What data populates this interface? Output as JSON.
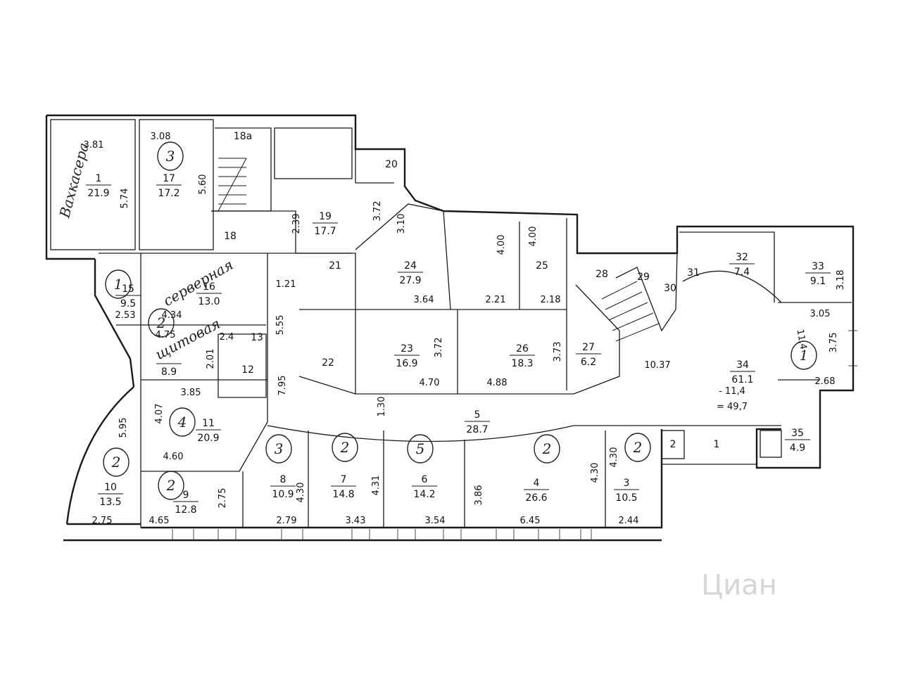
{
  "rooms": [
    {
      "id": "r1",
      "no": "1",
      "area": "21.9"
    },
    {
      "id": "r17",
      "no": "17",
      "area": "17.2"
    },
    {
      "id": "r18a",
      "no": "18a",
      "area": ""
    },
    {
      "id": "r18",
      "no": "18",
      "area": ""
    },
    {
      "id": "r19",
      "no": "19",
      "area": "17.7"
    },
    {
      "id": "r20",
      "no": "20",
      "area": ""
    },
    {
      "id": "r15",
      "no": "15",
      "area": "9.5"
    },
    {
      "id": "r16",
      "no": "16",
      "area": "13.0"
    },
    {
      "id": "r14",
      "no": "",
      "area": "8.9"
    },
    {
      "id": "r13",
      "no": "13",
      "area": ""
    },
    {
      "id": "r12",
      "no": "12",
      "area": ""
    },
    {
      "id": "r21",
      "no": "21",
      "area": ""
    },
    {
      "id": "r22",
      "no": "22",
      "area": ""
    },
    {
      "id": "r24",
      "no": "24",
      "area": "27.9"
    },
    {
      "id": "r25",
      "no": "25",
      "area": ""
    },
    {
      "id": "r23",
      "no": "23",
      "area": "16.9"
    },
    {
      "id": "r26",
      "no": "26",
      "area": "18.3"
    },
    {
      "id": "r28",
      "no": "28",
      "area": ""
    },
    {
      "id": "r27",
      "no": "27",
      "area": "6.2"
    },
    {
      "id": "r29",
      "no": "29",
      "area": ""
    },
    {
      "id": "r30",
      "no": "30",
      "area": ""
    },
    {
      "id": "r31",
      "no": "31",
      "area": ""
    },
    {
      "id": "r32",
      "no": "32",
      "area": "7.4"
    },
    {
      "id": "r33",
      "no": "33",
      "area": "9.1"
    },
    {
      "id": "r34",
      "no": "34",
      "area": "61.1"
    },
    {
      "id": "r35",
      "no": "35",
      "area": "4.9"
    },
    {
      "id": "r11",
      "no": "11",
      "area": "20.9"
    },
    {
      "id": "r10",
      "no": "10",
      "area": "13.5"
    },
    {
      "id": "r9",
      "no": "9",
      "area": "12.8"
    },
    {
      "id": "r8",
      "no": "8",
      "area": "10.9"
    },
    {
      "id": "r7",
      "no": "7",
      "area": "14.8"
    },
    {
      "id": "r6",
      "no": "6",
      "area": "14.2"
    },
    {
      "id": "r5",
      "no": "5",
      "area": "28.7"
    },
    {
      "id": "r4",
      "no": "4",
      "area": "26.6"
    },
    {
      "id": "r3",
      "no": "3",
      "area": "10.5"
    },
    {
      "id": "r2",
      "no": "2",
      "area": ""
    },
    {
      "id": "r1b",
      "no": "1",
      "area": ""
    }
  ],
  "dimensions": [
    "3.81",
    "5.74",
    "3.08",
    "5.60",
    "2.39",
    "3.72",
    "3.10",
    "4.00",
    "4.00",
    "1.21",
    "5.55",
    "7.95",
    "2.53",
    "4.34",
    "4.75",
    "2.4",
    "2.01",
    "3.64",
    "2.21",
    "2.18",
    "3.72",
    "3.73",
    "4.70",
    "4.88",
    "10.37",
    "3.05",
    "3.75",
    "2.68",
    "3.18",
    "1.30",
    "3.85",
    "4.07",
    "5.95",
    "4.60",
    "2.75",
    "4.65",
    "2.75",
    "4.30",
    "2.79",
    "4.31",
    "3.43",
    "3.54",
    "3.86",
    "6.45",
    "4.30",
    "4.30",
    "2.44"
  ],
  "handwritten": {
    "room1_note": "Вахкасера",
    "room16_note": "серверная",
    "room14_note": "щитовая",
    "corr_note1": "11,4",
    "corr_note2": "- 11,4",
    "corr_note3": "= 49,7"
  },
  "circled": [
    "3",
    "1",
    "2",
    "4",
    "2",
    "2",
    "3",
    "2",
    "5",
    "2",
    "2",
    "1"
  ],
  "watermark": "Циан"
}
